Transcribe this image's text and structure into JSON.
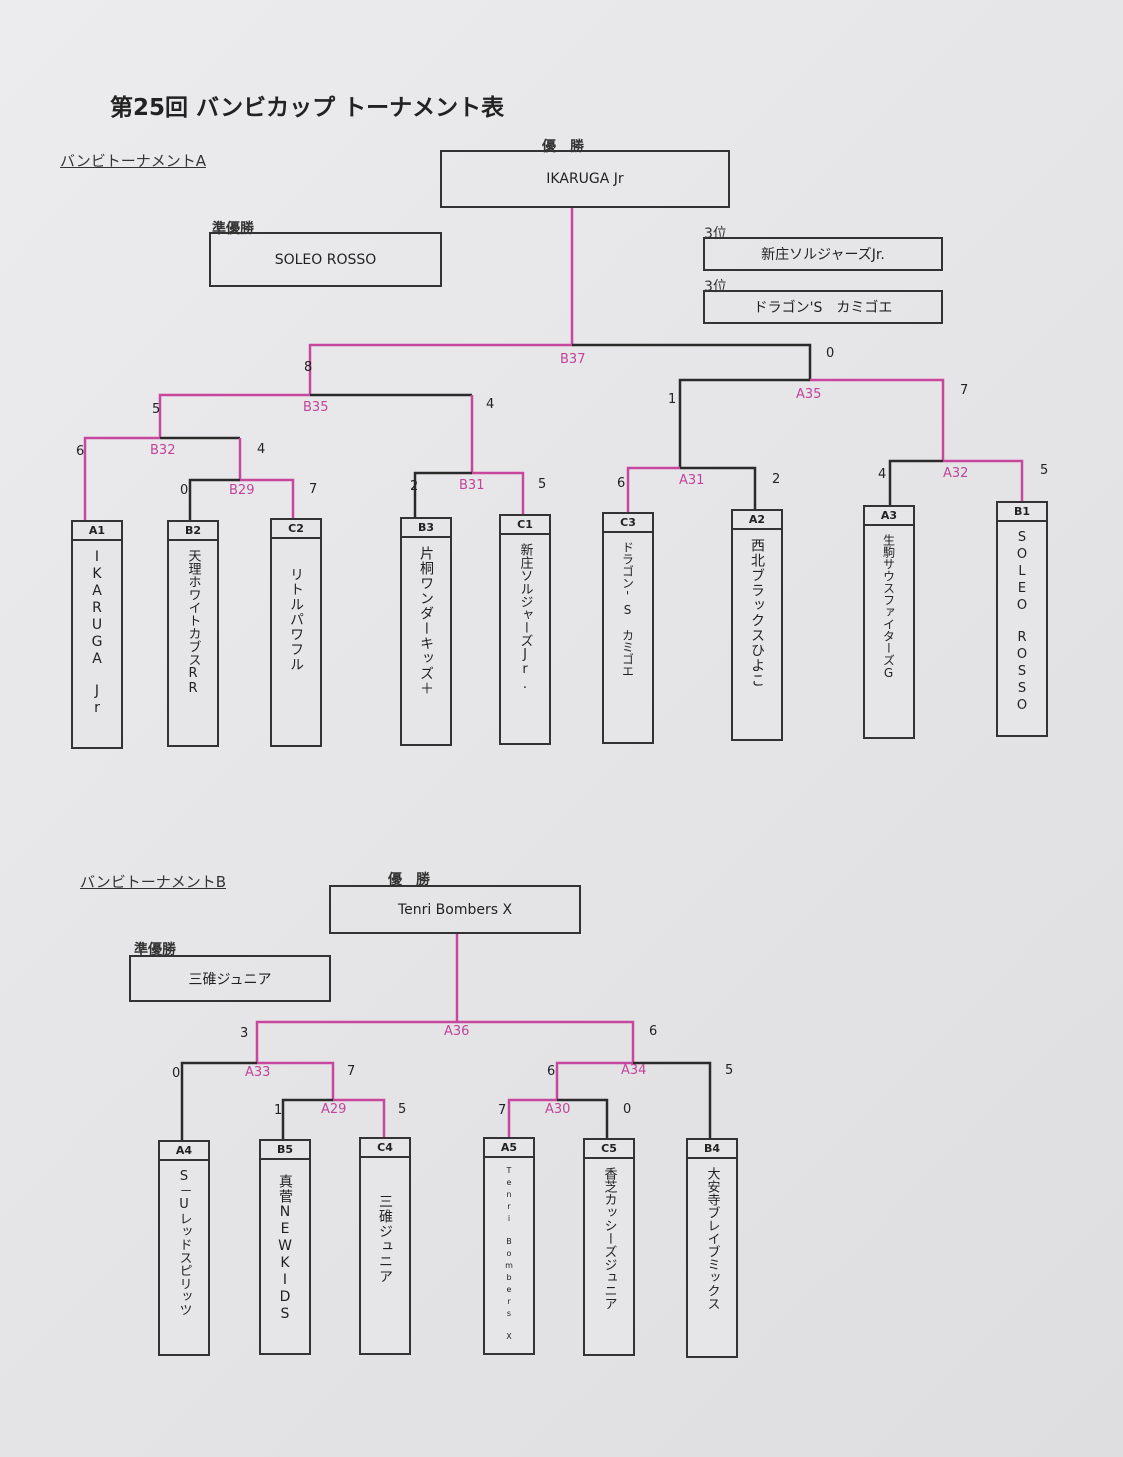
{
  "title": "第25回 バンビカップ トーナメント表",
  "colors": {
    "winner_path": "#c8479e",
    "line": "#2a2a2a"
  },
  "bracket_a": {
    "heading": "バンビトーナメントA",
    "champion_label": "優　勝",
    "champion": "IKARUGA Jr",
    "runner_up_label": "準優勝",
    "runner_up": "SOLEO ROSSO",
    "third_label": "3位",
    "third": [
      "新庄ソルジャーズJr.",
      "ドラゴン'S　カミゴエ"
    ],
    "matches": {
      "B37": {
        "label": "B37",
        "left": "8",
        "right": "0"
      },
      "B35": {
        "label": "B35",
        "left": "5",
        "right": "4"
      },
      "A35": {
        "label": "A35",
        "left": "1",
        "right": "7"
      },
      "B32": {
        "label": "B32",
        "left": "6",
        "right": "4"
      },
      "B29": {
        "label": "B29",
        "left": "0",
        "right": "7"
      },
      "B31": {
        "label": "B31",
        "left": "2",
        "right": "5"
      },
      "A31": {
        "label": "A31",
        "left": "6",
        "right": "2"
      },
      "A32": {
        "label": "A32",
        "left": "4",
        "right": "5"
      }
    },
    "teams": [
      {
        "code": "A1",
        "name": "IKARUGA　Jr"
      },
      {
        "code": "B2",
        "name": "天理ホワイトカブスRR"
      },
      {
        "code": "C2",
        "name": "リトルパワフル"
      },
      {
        "code": "B3",
        "name": "片桐ワンダーキッズ＋"
      },
      {
        "code": "C1",
        "name": "新庄ソルジャーズJr."
      },
      {
        "code": "C3",
        "name": "ドラゴン'S　カミゴエ"
      },
      {
        "code": "A2",
        "name": "西北ブラックスひよこ"
      },
      {
        "code": "A3",
        "name": "生駒サウスファイターズG"
      },
      {
        "code": "B1",
        "name": "SOLEO　ROSSO"
      }
    ]
  },
  "bracket_b": {
    "heading": "バンビトーナメントB",
    "champion_label": "優　勝",
    "champion": "Tenri Bombers X",
    "runner_up_label": "準優勝",
    "runner_up": "三碓ジュニア",
    "matches": {
      "A36": {
        "label": "A36",
        "left": "3",
        "right": "6"
      },
      "A33": {
        "label": "A33",
        "left": "0",
        "right": "7"
      },
      "A29": {
        "label": "A29",
        "left": "1",
        "right": "5"
      },
      "A34": {
        "label": "A34",
        "left": "6",
        "right": "5"
      },
      "A30": {
        "label": "A30",
        "left": "7",
        "right": "0"
      }
    },
    "teams": [
      {
        "code": "A4",
        "name": "S－Uレッドスピリッツ"
      },
      {
        "code": "B5",
        "name": "真菅NEWKIDS"
      },
      {
        "code": "C4",
        "name": "三碓ジュニア"
      },
      {
        "code": "A5",
        "name": "Tenri　Bombers　X"
      },
      {
        "code": "C5",
        "name": "香芝カッシーズジュニア"
      },
      {
        "code": "B4",
        "name": "大安寺ブレイブミックス"
      }
    ]
  }
}
